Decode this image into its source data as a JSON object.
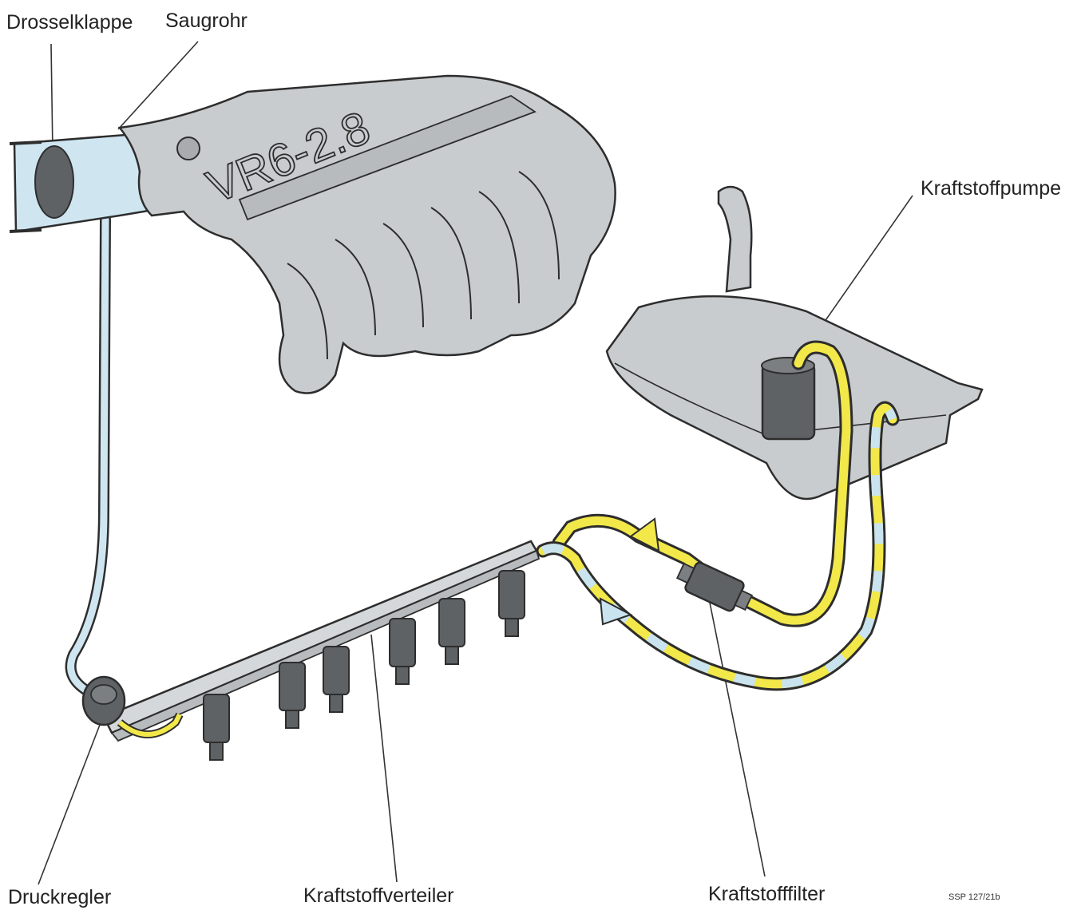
{
  "labels": {
    "drosselklappe": "Drosselklappe",
    "saugrohr": "Saugrohr",
    "kraftstoffpumpe": "Kraftstoffpumpe",
    "druckregler": "Druckregler",
    "kraftstoffverteiler": "Kraftstoffverteiler",
    "kraftstofffilter": "Kraftstofffilter"
  },
  "engine_marking": "VR6-2.8",
  "figure_code": "SSP 127/21b",
  "colors": {
    "metal": "#c9ccce",
    "metal_dark": "#a9acae",
    "outline": "#2d2d2d",
    "supply_line": "#f2e84a",
    "return_line": "#c9e3ef",
    "vacuum_line": "#cfe6f1"
  }
}
